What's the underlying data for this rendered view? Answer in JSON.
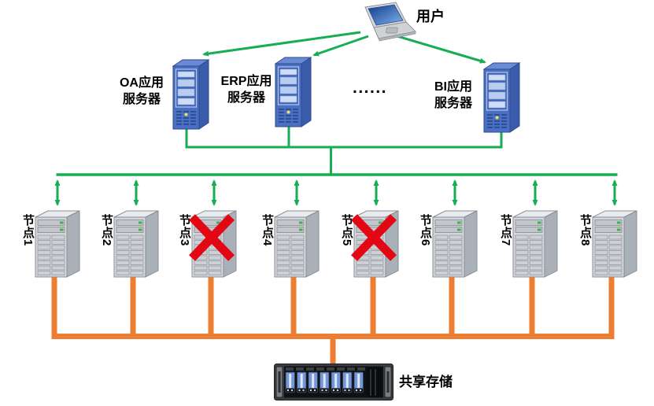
{
  "diagram_title": "cluster-architecture-diagram",
  "user": {
    "label": "用户"
  },
  "servers": [
    {
      "label_line1": "OA应用",
      "label_line2": "服务器"
    },
    {
      "label_line1": "ERP应用",
      "label_line2": "服务器"
    },
    {
      "label_line1": "BI应用",
      "label_line2": "服务器"
    }
  ],
  "ellipsis": "......",
  "nodes": [
    {
      "label": "节点1",
      "failed": false
    },
    {
      "label": "节点2",
      "failed": false
    },
    {
      "label": "节点3",
      "failed": true
    },
    {
      "label": "节点4",
      "failed": false
    },
    {
      "label": "节点5",
      "failed": true
    },
    {
      "label": "节点6",
      "failed": false
    },
    {
      "label": "节点7",
      "failed": false
    },
    {
      "label": "节点8",
      "failed": false
    }
  ],
  "storage": {
    "label": "共享存储"
  },
  "colors": {
    "link_green": "#17ad52",
    "link_orange": "#ed7d31",
    "fail_red": "#e30613",
    "server_blue": "#4a70c4",
    "node_gray": "#d3d6da"
  }
}
